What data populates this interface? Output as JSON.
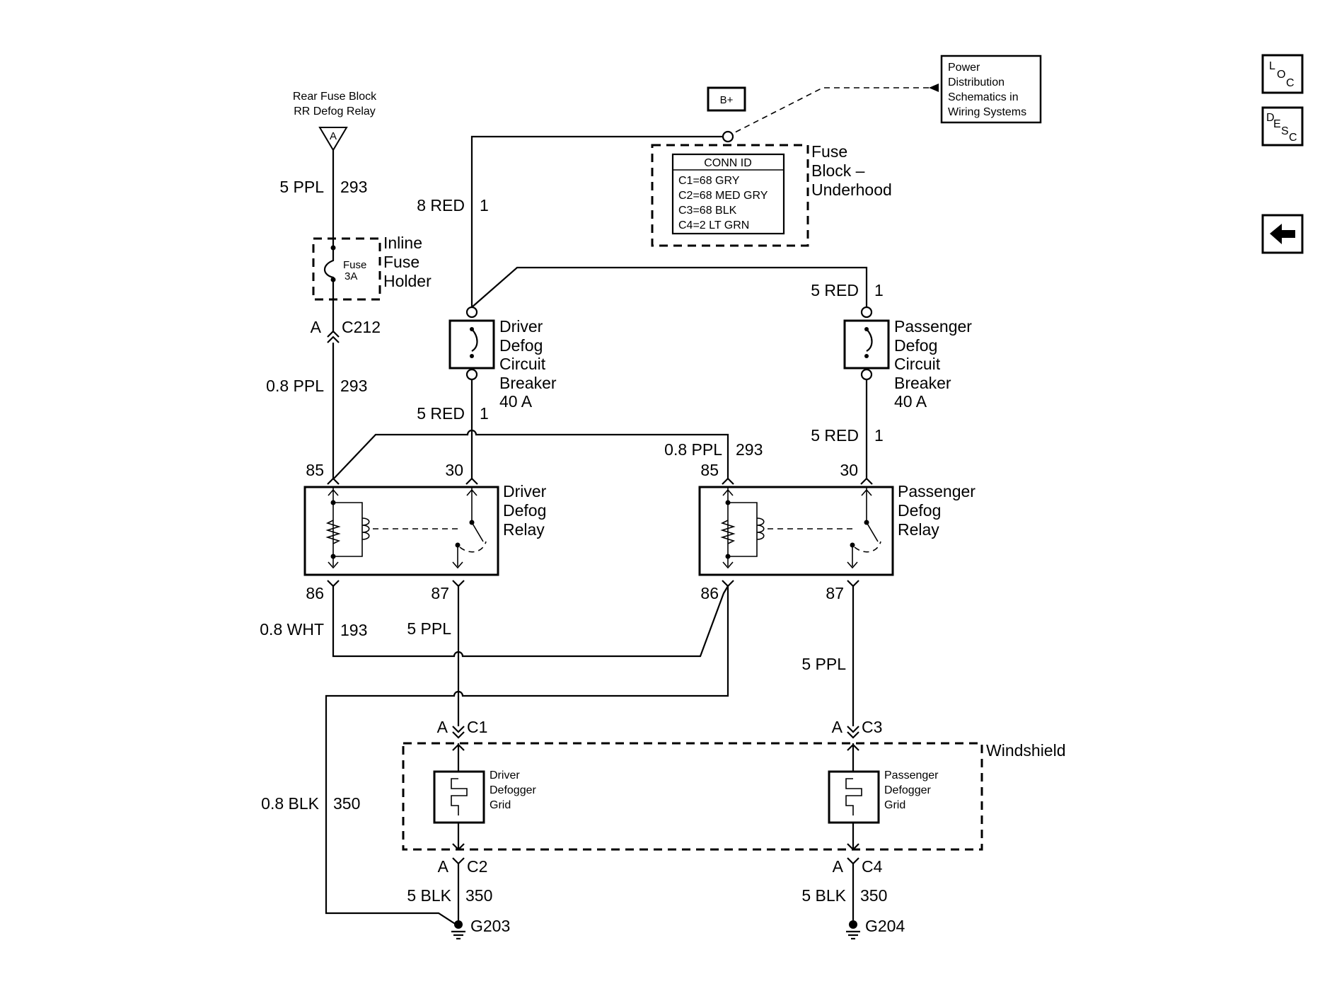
{
  "source": {
    "line1": "Rear Fuse Block",
    "line2": "RR Defog Relay",
    "terminal": "A"
  },
  "power": {
    "bplus": "B+",
    "ref_line1": "Power",
    "ref_line2": "Distribution",
    "ref_line3": "Schematics in",
    "ref_line4": "Wiring Systems"
  },
  "fuse_block": {
    "name_line1": "Fuse",
    "name_line2": "Block –",
    "name_line3": "Underhood",
    "conn_id_header": "CONN ID",
    "conn_ids": [
      "C1=68 GRY",
      "C2=68 MED GRY",
      "C3=68 BLK",
      "C4=2 LT GRN"
    ]
  },
  "inline_fuse": {
    "name_line1": "Inline",
    "name_line2": "Fuse",
    "name_line3": "Holder",
    "fuse_label": "Fuse",
    "fuse_rating": "3A"
  },
  "wires": {
    "w_5ppl": "5 PPL",
    "w_293": "293",
    "w_8red": "8 RED",
    "w_1": "1",
    "w_5red": "5 RED",
    "w_08ppl": "0.8 PPL",
    "w_08wht": "0.8 WHT",
    "w_193": "193",
    "w_08blk": "0.8 BLK",
    "w_350": "350",
    "w_5blk": "5 BLK"
  },
  "connectors": {
    "a": "A",
    "c212": "C212",
    "c1": "C1",
    "c2": "C2",
    "c3": "C3",
    "c4": "C4"
  },
  "breakers": {
    "driver": [
      "Driver",
      "Defog",
      "Circuit",
      "Breaker",
      "40 A"
    ],
    "passenger": [
      "Passenger",
      "Defog",
      "Circuit",
      "Breaker",
      "40 A"
    ]
  },
  "relays": {
    "driver": [
      "Driver",
      "Defog",
      "Relay"
    ],
    "passenger": [
      "Passenger",
      "Defog",
      "Relay"
    ],
    "pins": {
      "p85": "85",
      "p30": "30",
      "p86": "86",
      "p87": "87"
    }
  },
  "windshield": {
    "label": "Windshield",
    "driver_grid": [
      "Driver",
      "Defogger",
      "Grid"
    ],
    "passenger_grid": [
      "Passenger",
      "Defogger",
      "Grid"
    ]
  },
  "grounds": {
    "g203": "G203",
    "g204": "G204"
  },
  "nav": {
    "loc": [
      "L",
      "O",
      "C"
    ],
    "desc": [
      "D",
      "E",
      "S",
      "C"
    ]
  }
}
